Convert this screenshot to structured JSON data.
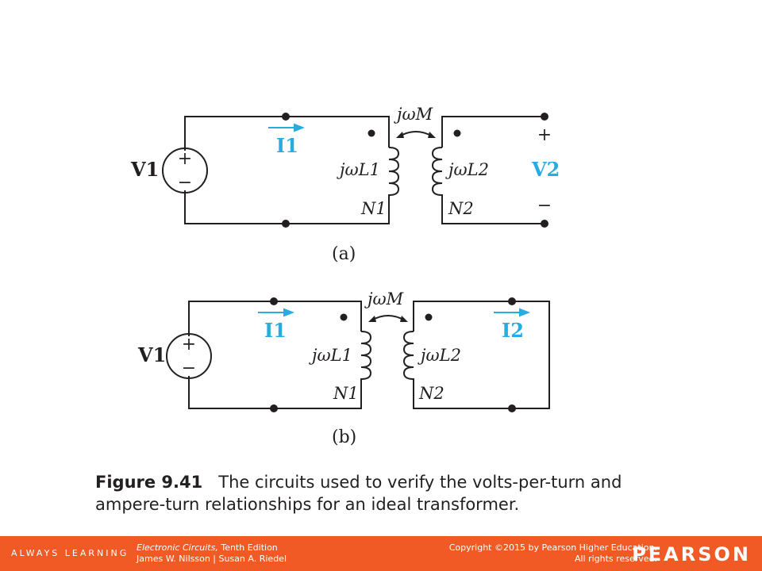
{
  "figure_a": {
    "source_label": "V1",
    "current_label": "I1",
    "mutual_label": "jωM",
    "primary_inductance": "jωL1",
    "secondary_inductance": "jωL2",
    "primary_turns": "N1",
    "secondary_turns": "N2",
    "output_voltage": "V2",
    "output_plus": "+",
    "output_minus": "−",
    "source_plus": "+",
    "source_minus": "−",
    "panel_label": "(a)"
  },
  "figure_b": {
    "source_label": "V1",
    "current_label_1": "I1",
    "current_label_2": "I2",
    "mutual_label": "jωM",
    "primary_inductance": "jωL1",
    "secondary_inductance": "jωL2",
    "primary_turns": "N1",
    "secondary_turns": "N2",
    "source_plus": "+",
    "source_minus": "−",
    "panel_label": "(b)"
  },
  "caption": {
    "figure_number": "Figure 9.41",
    "text": "The circuits used to verify the volts-per-turn and ampere-turn relationships for an ideal transformer."
  },
  "footer": {
    "tagline": "ALWAYS LEARNING",
    "book_title": "Electronic Circuits,",
    "book_edition": "Tenth Edition",
    "book_authors": "James W. Nilsson | Susan A. Riedel",
    "copyright_line1": "Copyright ©2015 by Pearson Higher Education.",
    "copyright_line2": "All rights reserved.",
    "brand": "PEARSON"
  },
  "colors": {
    "accent_blue": "#29abe2",
    "footer_orange": "#f15a24",
    "ink": "#231f20"
  }
}
